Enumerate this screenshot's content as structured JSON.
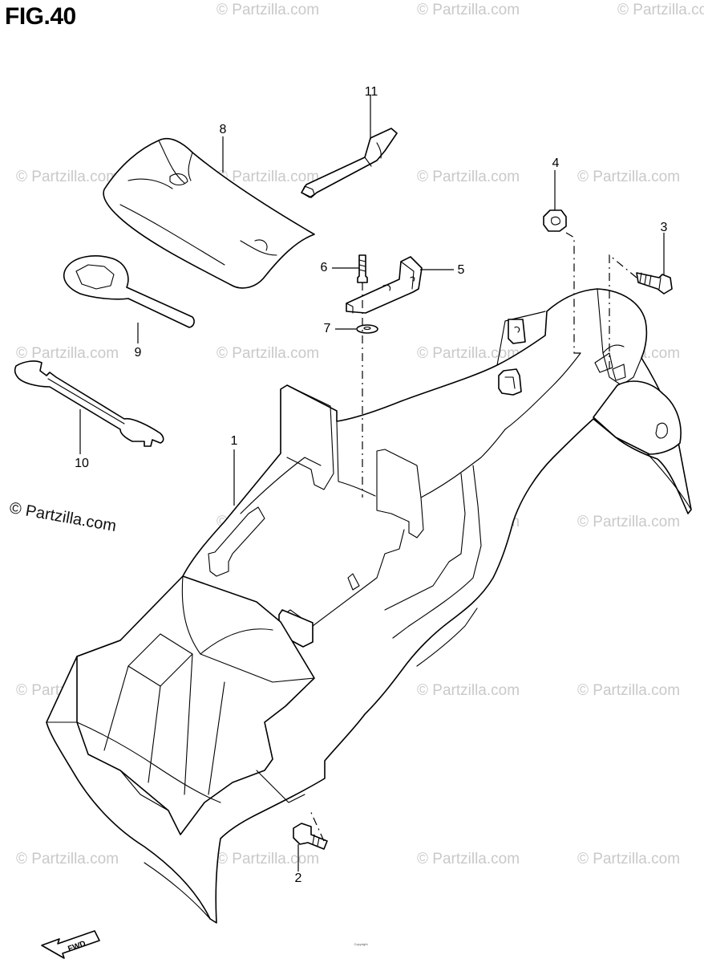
{
  "figure_title": "FIG.40",
  "watermark": {
    "small_text": "© Partzilla.com",
    "main_text": "© Partzilla.com"
  },
  "callouts": [
    {
      "id": "1",
      "label": "1"
    },
    {
      "id": "2",
      "label": "2"
    },
    {
      "id": "3",
      "label": "3"
    },
    {
      "id": "4",
      "label": "4"
    },
    {
      "id": "5",
      "label": "5"
    },
    {
      "id": "6",
      "label": "6"
    },
    {
      "id": "7",
      "label": "7"
    },
    {
      "id": "8",
      "label": "8"
    },
    {
      "id": "9",
      "label": "9"
    },
    {
      "id": "10",
      "label": "10"
    },
    {
      "id": "11",
      "label": "11"
    }
  ],
  "fwd_label": "FWD",
  "copyright_note": "Copyright"
}
